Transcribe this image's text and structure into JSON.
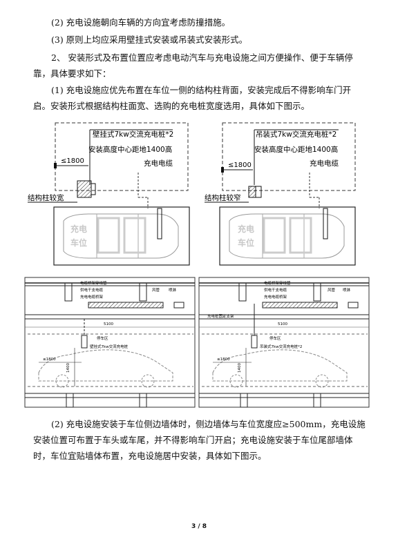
{
  "paragraphs": [
    "(2) 充电设施朝向车辆的方向宜考虑防撞措施。",
    "(3) 原则上均应采用壁挂式安装或吊装式安装形式。",
    "2、 安装形式及布置位置应考虑电动汽车与充电设施之间方便操作、便于车辆停靠，具体要求如下：",
    "(1) 充电设施应优先布置在车位一侧的结构柱背面，安装完成后不得影响车门开启。安装形式根据结构柱面宽、选购的充电桩宽度选用，具体如下图示。"
  ],
  "diagrams": {
    "left": {
      "note_line1": "壁挂式7kw交流充电桩*2",
      "note_line2": "安装高度中心距地1400高",
      "note_line3": "充电电缆",
      "dimension": "≤1800",
      "column_label": "结构柱较宽",
      "watermark_a": "充电",
      "watermark_b": "车位"
    },
    "right": {
      "note_line1": "吊装式7kw交流充电桩*2",
      "note_line2": "安装高度中心距地1400高",
      "note_line3": "充电电缆",
      "dimension": "≤1800",
      "column_label": "结构柱较窄",
      "watermark_a": "充电",
      "watermark_b": "车位"
    },
    "section_left": {
      "label_a": "电缆桥架穿线管",
      "label_b": "供电干支电缆",
      "label_c": "充电电缆桥架",
      "label_d": "风管",
      "label_e": "喷淋",
      "dim_width": "5100",
      "label_area": "停车区",
      "label_unit": "壁挂式7kw交流充电桩",
      "dim_a": "≤1800",
      "dim_b": "1400"
    },
    "section_right": {
      "label_a": "电缆桥架穿线管",
      "label_b": "供电干支电缆",
      "label_c": "充电电缆桥架",
      "label_d": "风管",
      "label_e": "喷淋",
      "label_support": "充电桩固定支架",
      "dim_width": "5100",
      "label_area": "停车区",
      "label_unit": "吊装式7kw交流充电桩*2",
      "dim_a": "≤1800",
      "dim_b": "1400"
    }
  },
  "paragraph_bottom": "(2) 充电设施安装于车位侧边墙体时，侧边墙体与车位宽度应≥500mm，充电设施安装位置可布置于车头或车尾，并不得影响车门开启；充电设施安装于车位尾部墙体时，车位宜贴墙体布置，充电设施居中安装，具体如下图示。",
  "page_number": "3 / 8"
}
